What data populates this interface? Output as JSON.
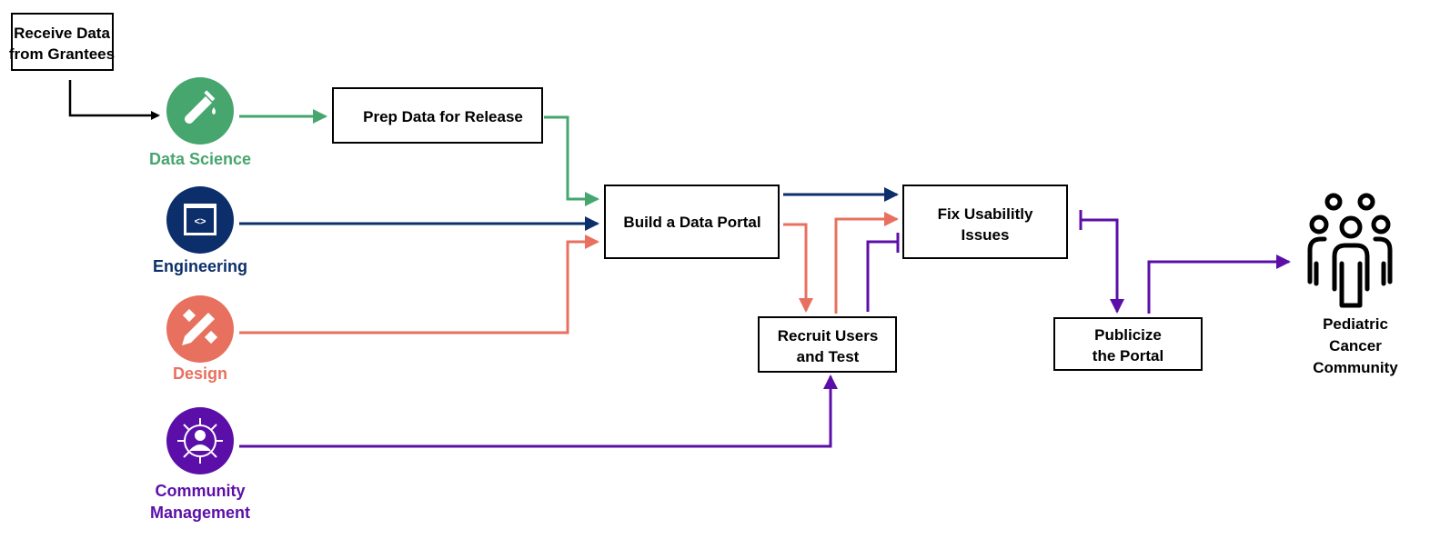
{
  "colors": {
    "data_science": "#46a66e",
    "engineering": "#0c2f6b",
    "design": "#e8705f",
    "community": "#5c0fa8",
    "neutral": "#000000"
  },
  "teams": [
    {
      "label": [
        "Data Science"
      ],
      "icon": "test-tube-icon"
    },
    {
      "label": [
        "Engineering"
      ],
      "icon": "code-window-icon"
    },
    {
      "label": [
        "Design"
      ],
      "icon": "pencil-ruler-icon"
    },
    {
      "label": [
        "Community",
        "Management"
      ],
      "icon": "network-user-icon"
    }
  ],
  "steps": {
    "receive": [
      "Receive Data",
      "from Grantees"
    ],
    "prep": [
      "Prep Data for Release"
    ],
    "build": [
      "Build a Data Portal"
    ],
    "fix": [
      "Fix Usabilitly",
      "Issues"
    ],
    "recruit": [
      "Recruit Users",
      "and Test"
    ],
    "publicize": [
      "Publicize",
      "the Portal"
    ]
  },
  "audience": {
    "label": [
      "Pediatric",
      "Cancer",
      "Community"
    ],
    "icon": "people-group-icon"
  }
}
